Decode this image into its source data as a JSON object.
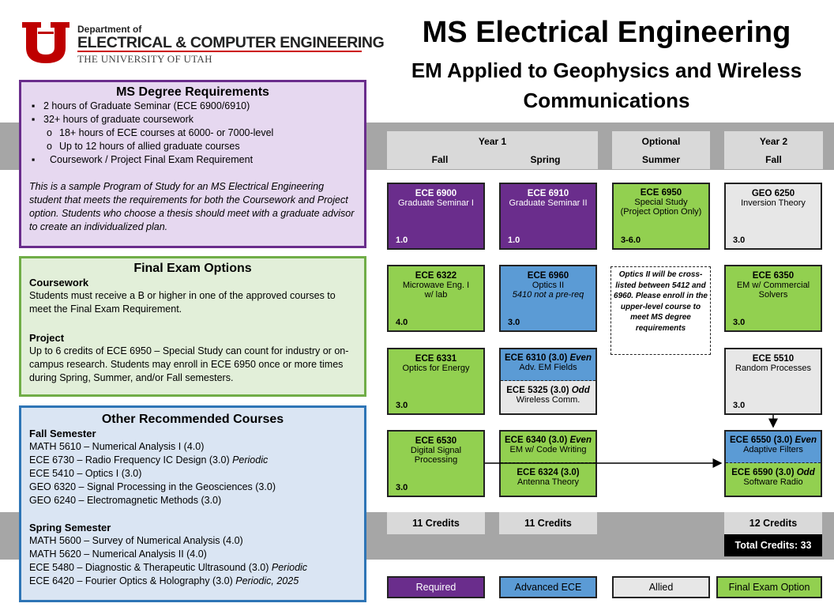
{
  "logo": {
    "line1": "Department of",
    "line2": "ELECTRICAL & COMPUTER ENGINEERING",
    "line3": "THE UNIVERSITY OF UTAH"
  },
  "title": {
    "main": "MS Electrical Engineering",
    "sub1": "EM Applied to Geophysics and Wireless",
    "sub2": "Communications"
  },
  "requirements": {
    "heading": "MS Degree Requirements",
    "items": [
      "2 hours of Graduate Seminar (ECE 6900/6910)",
      "32+ hours of graduate coursework",
      "18+ hours of ECE courses at 6000- or 7000-level",
      "Up to 12 hours of allied graduate courses",
      "Coursework / Project Final Exam Requirement"
    ],
    "note": "This is a sample Program of Study for an MS Electrical Engineering student that meets the requirements for both the Coursework and Project option. Students who choose a thesis should meet with a graduate advisor to create an individualized plan."
  },
  "exam": {
    "heading": "Final Exam Options",
    "coursework_title": "Coursework",
    "coursework_text": "Students must receive a B or higher in one of the approved courses to meet the Final Exam Requirement.",
    "project_title": "Project",
    "project_text": "Up to 6 credits of ECE 6950  – Special Study can count for industry or on-campus research. Students may enroll in ECE 6950  once or more times during Spring, Summer, and/or Fall semesters."
  },
  "other": {
    "heading": "Other Recommended Courses",
    "fall_title": "Fall Semester",
    "fall": [
      {
        "text": "MATH 5610  – Numerical Analysis I (4.0)",
        "tag": ""
      },
      {
        "text": "ECE 6730  –  Radio Frequency IC Design (3.0) ",
        "tag": "Periodic"
      },
      {
        "text": "ECE 5410  – Optics I (3.0)",
        "tag": ""
      },
      {
        "text": "GEO 6320  – Signal Processing in the Geosciences (3.0)",
        "tag": ""
      },
      {
        "text": "GEO 6240  – Electromagnetic Methods (3.0)",
        "tag": ""
      }
    ],
    "spring_title": "Spring Semester",
    "spring": [
      {
        "text": "MATH 5600  – Survey of Numerical Analysis (4.0)",
        "tag": ""
      },
      {
        "text": "MATH 5620  – Numerical Analysis II (4.0)",
        "tag": ""
      },
      {
        "text": "ECE 5480  – Diagnostic & Therapeutic Ultrasound (3.0) ",
        "tag": "Periodic"
      },
      {
        "text": "ECE 6420  – Fourier Optics & Holography (3.0) ",
        "tag": "Periodic, 2025"
      }
    ]
  },
  "headers": {
    "year1": "Year 1",
    "fall": "Fall",
    "spring": "Spring",
    "optional": "Optional",
    "summer": "Summer",
    "year2": "Year 2",
    "fall2": "Fall"
  },
  "courses": {
    "c6900": {
      "code": "ECE 6900",
      "name": "Graduate Seminar I",
      "credits": "1.0"
    },
    "c6910": {
      "code": "ECE 6910",
      "name": "Graduate Seminar II",
      "credits": "1.0"
    },
    "c6950": {
      "code": "ECE 6950",
      "name1": "Special Study",
      "name2": "(Project Option Only)",
      "credits": "3-6.0"
    },
    "g6250": {
      "code": "GEO 6250",
      "name": "Inversion Theory",
      "credits": "3.0"
    },
    "c6322": {
      "code": "ECE 6322",
      "name1": "Microwave Eng. I",
      "name2": "w/ lab",
      "credits": "4.0"
    },
    "c6960": {
      "code": "ECE 6960",
      "name": "Optics II",
      "note": "5410 not a pre-req",
      "credits": "3.0"
    },
    "c6350": {
      "code": "ECE 6350",
      "name1": "EM w/ Commercial",
      "name2": "Solvers",
      "credits": "3.0"
    },
    "c6331": {
      "code": "ECE 6331",
      "name": "Optics for Energy",
      "credits": "3.0"
    },
    "c6310": {
      "code": "ECE 6310 (3.0) ",
      "tag": "Even",
      "name": "Adv. EM Fields"
    },
    "c5325": {
      "code": "ECE 5325 (3.0) ",
      "tag": "Odd",
      "name": "Wireless Comm."
    },
    "c5510": {
      "code": "ECE 5510",
      "name": "Random Processes",
      "credits": "3.0"
    },
    "c6530": {
      "code": "ECE 6530",
      "name1": "Digital Signal",
      "name2": "Processing",
      "credits": "3.0"
    },
    "c6340": {
      "code": "ECE 6340 (3.0) ",
      "tag": "Even",
      "name": "EM w/ Code Writing"
    },
    "c6324": {
      "code": "ECE 6324 (3.0)",
      "name": "Antenna Theory"
    },
    "c6550": {
      "code": "ECE 6550 (3.0) ",
      "tag": "Even",
      "name": "Adaptive Filters"
    },
    "c6590": {
      "code": "ECE 6590 (3.0) ",
      "tag": "Odd",
      "name": "Software Radio"
    }
  },
  "optics_note": "Optics II will be cross-listed between 5412 and 6960. Please enroll in the upper-level course to meet MS degree requirements",
  "credits": {
    "fall1": "11 Credits",
    "spring1": "11 Credits",
    "fall2": "12 Credits",
    "total": "Total Credits: 33"
  },
  "legend": {
    "required": "Required",
    "advanced": "Advanced ECE",
    "allied": "Allied",
    "final": "Final Exam Option"
  },
  "colors": {
    "required": "#6a2d8c",
    "advanced": "#5b9bd5",
    "allied": "#e7e7e7",
    "final": "#92d050"
  }
}
